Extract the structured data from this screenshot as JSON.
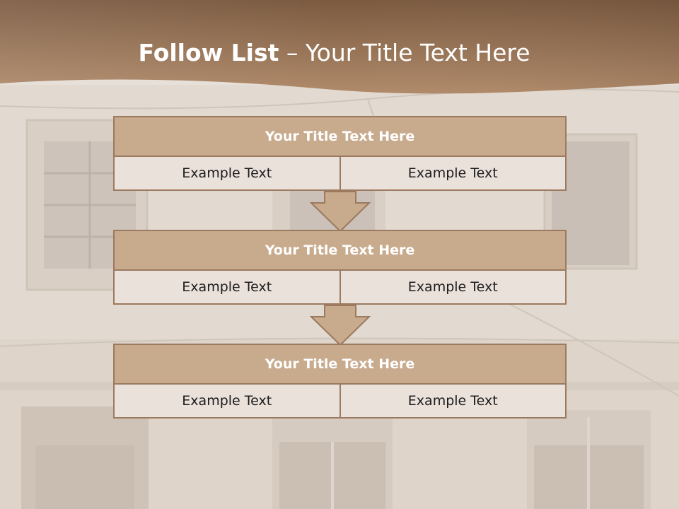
{
  "slide": {
    "title_bold": "Follow List",
    "title_rest": " – Your Title Text Here"
  },
  "blocks": [
    {
      "title": "Your Title Text Here",
      "left": "Example Text",
      "right": "Example Text"
    },
    {
      "title": "Your Title Text Here",
      "left": "Example Text",
      "right": "Example Text"
    },
    {
      "title": "Your Title Text Here",
      "left": "Example Text",
      "right": "Example Text"
    }
  ],
  "colors": {
    "header_top": "#7b5a40",
    "header_bottom": "#b08a6a",
    "block_header": "#c8aa8d",
    "block_cell": "#ebe1db",
    "border": "#9b7a60"
  }
}
